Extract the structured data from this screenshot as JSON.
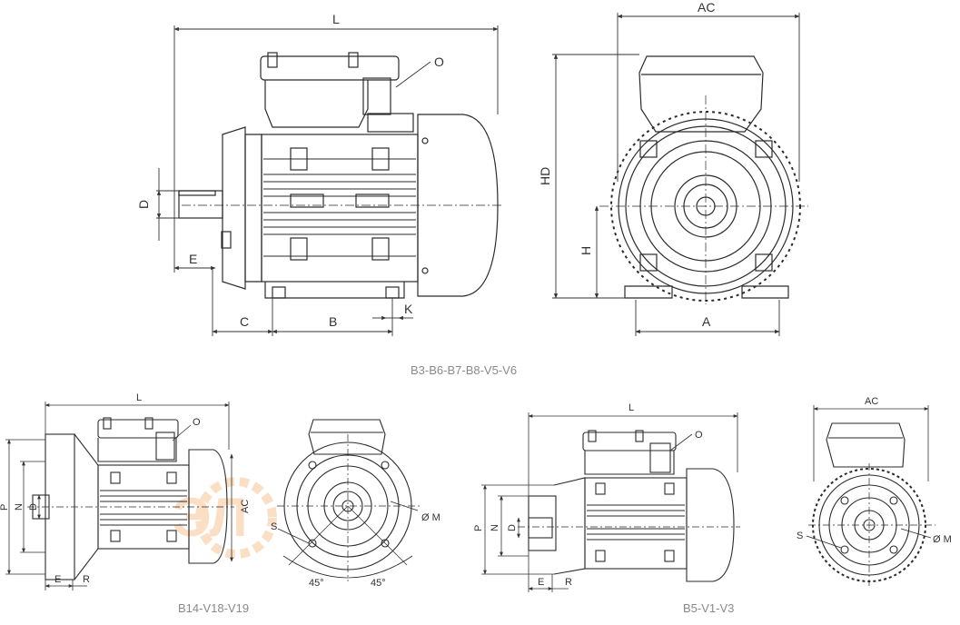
{
  "colors": {
    "line": "#2b2b2b",
    "leader": "#333333",
    "caption": "#8a8a8a",
    "watermark": "#f2a55a"
  },
  "main": {
    "side_labels": {
      "L": "L",
      "O": "O",
      "D": "D",
      "E": "E",
      "C": "C",
      "B": "B",
      "K": "K"
    },
    "end_labels": {
      "AC": "AC",
      "HD": "HD",
      "H": "H",
      "A": "A"
    },
    "caption": "B3-B6-B7-B8-V5-V6"
  },
  "b14": {
    "side_labels": {
      "L": "L",
      "O": "O",
      "P": "P",
      "N": "N",
      "D": "D",
      "E": "E",
      "R": "R",
      "AC": "AC"
    },
    "end_labels": {
      "S": "S",
      "M": "Ø M",
      "angle1": "45°",
      "angle2": "45°"
    },
    "caption": "B14-V18-V19"
  },
  "b5": {
    "side_labels": {
      "L": "L",
      "O": "O",
      "P": "P",
      "N": "N",
      "D": "D",
      "E": "E",
      "R": "R"
    },
    "end_labels": {
      "AC": "AC",
      "S": "S",
      "M": "Ø M"
    },
    "caption": "B5-V1-V3"
  },
  "watermark": {
    "logo": "ЭЛ"
  }
}
